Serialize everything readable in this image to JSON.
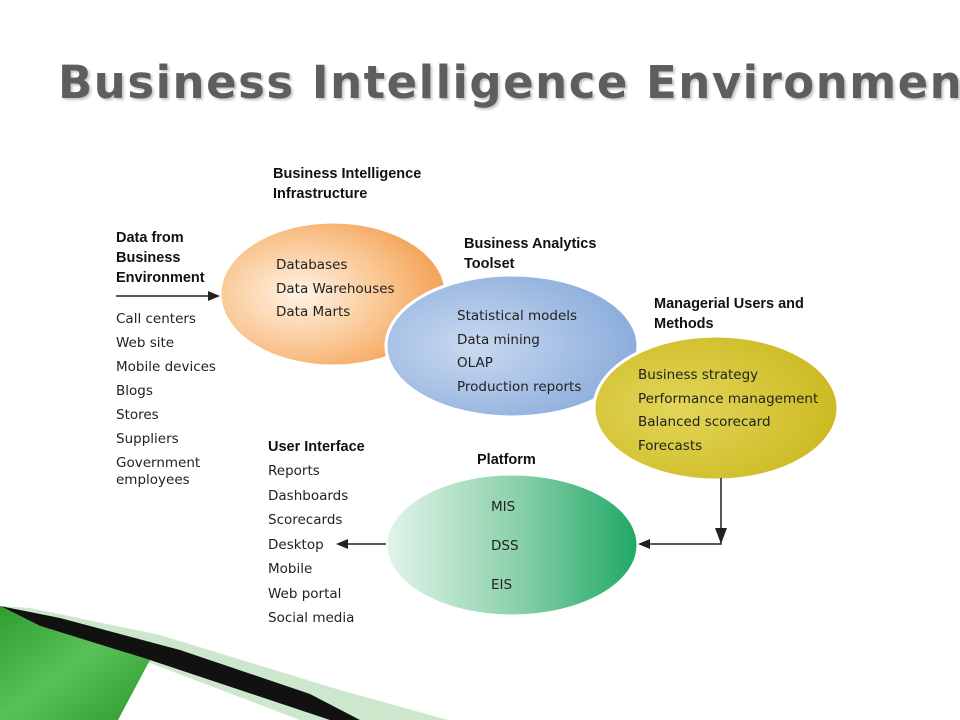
{
  "title": "Business Intelligence Environment",
  "data_source": {
    "heading": "Data from\nBusiness\nEnvironment",
    "items": [
      "Call centers",
      "Web site",
      "Mobile devices",
      "Blogs",
      "Stores",
      "Suppliers",
      "Government\n   employees"
    ]
  },
  "infrastructure": {
    "heading": "Business Intelligence\nInfrastructure",
    "items": [
      "Databases",
      "Data Warehouses",
      "Data Marts"
    ],
    "color": "#f5a85c"
  },
  "analytics": {
    "heading": "Business Analytics\nToolset",
    "items": [
      "Statistical models",
      "Data mining",
      "OLAP",
      "Production reports"
    ],
    "color": "#8fb0dd"
  },
  "managerial": {
    "heading": "Managerial Users and\nMethods",
    "items": [
      "Business strategy",
      "Performance management",
      "Balanced scorecard",
      "Forecasts"
    ],
    "color": "#d7c72e"
  },
  "platform": {
    "heading": "Platform",
    "items": [
      "MIS",
      "DSS",
      "EIS"
    ],
    "color": "#3fb37e"
  },
  "user_interface": {
    "heading": "User Interface",
    "items": [
      "Reports",
      "Dashboards",
      "Scorecards",
      "Desktop",
      "Mobile",
      "Web portal",
      "Social media"
    ]
  },
  "accent_color": "#3dae3d"
}
